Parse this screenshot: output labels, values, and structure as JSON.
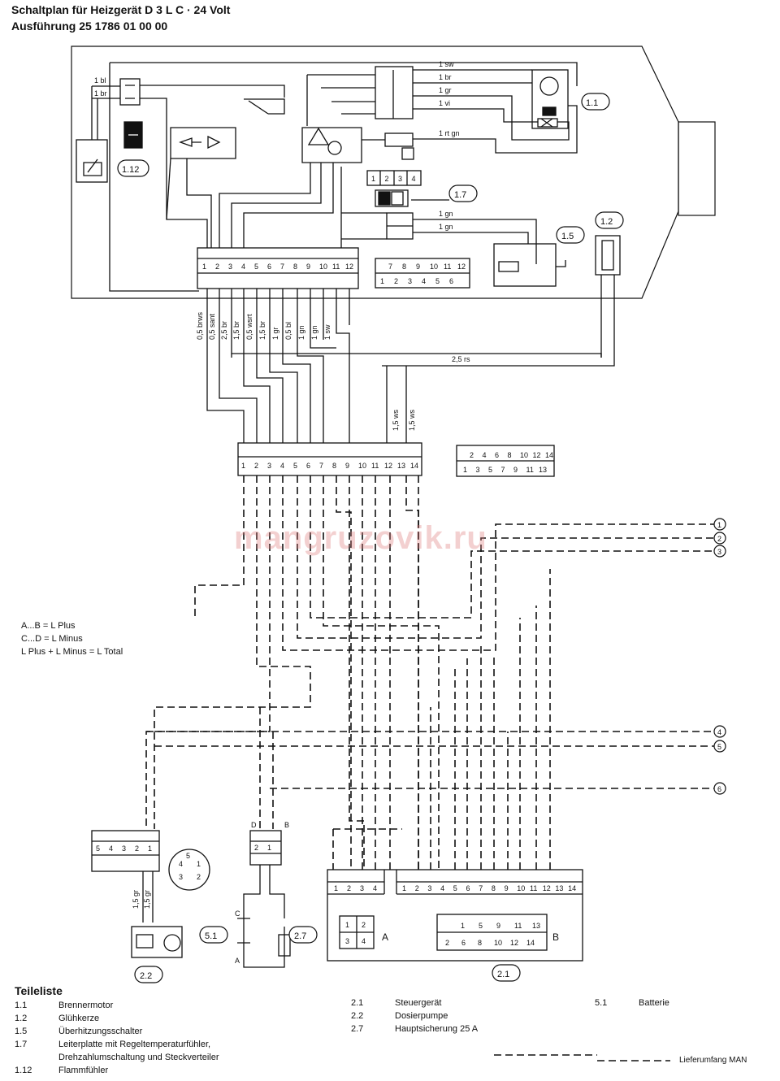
{
  "header": {
    "title": "Schaltplan für Heizgerät D 3 L C · 24 Volt",
    "subtitle": "Ausführung 25 1786 01 00 00"
  },
  "components": {
    "c1_1": "1.1",
    "c1_2": "1.2",
    "c1_5": "1.5",
    "c1_7": "1.7",
    "c1_12": "1.12",
    "c2_1": "2.1",
    "c2_2": "2.2",
    "c2_7": "2.7",
    "c5_1": "5.1"
  },
  "wires_top": [
    {
      "label": "1 bl"
    },
    {
      "label": "1 br"
    },
    {
      "label": "1 sw"
    },
    {
      "label": "1 br"
    },
    {
      "label": "1 gr"
    },
    {
      "label": "1 vi"
    },
    {
      "label": "1 rt gn"
    },
    {
      "label": "1 gn"
    },
    {
      "label": "1 gn"
    }
  ],
  "wires_vertical": [
    "0,5 brws",
    "0,5 sant",
    "2,5 br",
    "1,5 br",
    "0,5 wsrt",
    "1,5 br",
    "1 gr",
    "0,5 bl",
    "1 gn",
    "1 gn",
    "1 sw"
  ],
  "wire_main": "2,5 rs",
  "wires_ws": [
    "1,5 ws",
    "1,5 ws"
  ],
  "wires_pump": [
    "1,5 gr",
    "1,5 gr"
  ],
  "plug1_pins": [
    "1",
    "2",
    "3",
    "4",
    "5",
    "6",
    "7",
    "8",
    "9",
    "10",
    "11",
    "12"
  ],
  "plug1_top": [
    "7",
    "8",
    "9",
    "10",
    "11",
    "12"
  ],
  "plug1_bottom": [
    "1",
    "2",
    "3",
    "4",
    "5",
    "6"
  ],
  "board_pins": [
    "1",
    "2",
    "3",
    "4"
  ],
  "plug2_pins": [
    "1",
    "2",
    "3",
    "4",
    "5",
    "6",
    "7",
    "8",
    "9",
    "10",
    "11",
    "12",
    "13",
    "14"
  ],
  "plug2_top": [
    "2",
    "4",
    "6",
    "8",
    "10",
    "12",
    "14"
  ],
  "plug2_bottom": [
    "1",
    "3",
    "5",
    "7",
    "9",
    "11",
    "13"
  ],
  "external": [
    "1",
    "2",
    "3",
    "4",
    "5",
    "6"
  ],
  "plug3_pins": [
    "5",
    "4",
    "3",
    "2",
    "1"
  ],
  "round_pins": [
    "5",
    "1",
    "4",
    "2",
    "3"
  ],
  "plug4_pins": [
    "2",
    "1"
  ],
  "plug4_labels": {
    "d": "D",
    "b": "B",
    "c": "C",
    "a": "A"
  },
  "ctrl_a_pins": [
    "1",
    "2",
    "3",
    "4"
  ],
  "ctrl_b_pins": [
    "1",
    "2",
    "3",
    "4",
    "5",
    "6",
    "7",
    "8",
    "9",
    "10",
    "11",
    "12",
    "13",
    "14"
  ],
  "ctrl_a_box": [
    "1",
    "2",
    "3",
    "4"
  ],
  "ctrl_b_box_top": [
    "1",
    "5",
    "9",
    "11",
    "13"
  ],
  "ctrl_b_box_bottom": [
    "2",
    "6",
    "8",
    "10",
    "12",
    "14"
  ],
  "ctrl_labels": {
    "a": "A",
    "b": "B"
  },
  "notes": [
    "A...B = L Plus",
    "C...D = L Minus",
    "L Plus + L Minus = L Total"
  ],
  "watermark": "mangruzovik.ru",
  "parts": {
    "heading": "Teileliste",
    "left": [
      {
        "num": "1.1",
        "name": "Brennermotor"
      },
      {
        "num": "1.2",
        "name": "Glühkerze"
      },
      {
        "num": "1.5",
        "name": "Überhitzungsschalter"
      },
      {
        "num": "1.7",
        "name": "Leiterplatte mit Regeltemperaturfühler,"
      },
      {
        "num": "",
        "name": "Drehzahlumschaltung und Steckverteiler"
      },
      {
        "num": "1.12",
        "name": "Flammfühler"
      }
    ],
    "middle": [
      {
        "num": "2.1",
        "name": "Steuergerät"
      },
      {
        "num": "2.2",
        "name": "Dosierpumpe"
      },
      {
        "num": "2.7",
        "name": "Hauptsicherung 25 A"
      }
    ],
    "right": [
      {
        "num": "5.1",
        "name": "Batterie"
      }
    ]
  },
  "legend": "Lieferumfang MAN"
}
